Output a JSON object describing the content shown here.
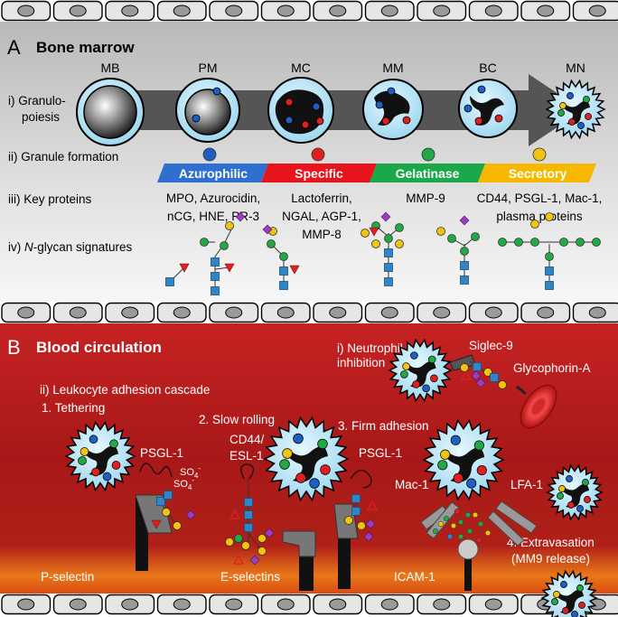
{
  "panel_a": {
    "letter": "A",
    "title": "Bone marrow",
    "stages": [
      "MB",
      "PM",
      "MC",
      "MM",
      "BC",
      "MN"
    ],
    "row_i_label_1": "i) Granulo-",
    "row_i_label_2": "poiesis",
    "row_ii_label": "ii) Granule formation",
    "row_iii_label": "iii) Key proteins",
    "row_iv_prefix": "iv) ",
    "row_iv_italic": "N",
    "row_iv_suffix": "-glycan signatures",
    "granules": [
      {
        "name": "Azurophilic",
        "color": "#2f6fcf",
        "dot": "#1f5fc0"
      },
      {
        "name": "Specific",
        "color": "#e8141b",
        "dot": "#e02020"
      },
      {
        "name": "Gelatinase",
        "color": "#1aa84a",
        "dot": "#22a845"
      },
      {
        "name": "Secretory",
        "color": "#f6b800",
        "dot": "#f1c40f"
      }
    ],
    "proteins": [
      {
        "line1": "MPO, Azurocidin,",
        "line2": "nCG, HNE, PR-3",
        "line3": ""
      },
      {
        "line1": "Lactoferrin,",
        "line2": "NGAL, AGP-1,",
        "line3": "MMP-8"
      },
      {
        "line1": "MMP-9",
        "line2": "",
        "line3": ""
      },
      {
        "line1": "CD44, PSGL-1, Mac-1,",
        "line2": "plasma proteins",
        "line3": ""
      }
    ]
  },
  "panel_b": {
    "letter": "B",
    "title": "Blood circulation",
    "neutrophil_inhibition_1": "i) Neutrophil",
    "neutrophil_inhibition_2": "inhibition",
    "siglec": "Siglec-9",
    "glycophorin": "Glycophorin-A",
    "cascade": "ii) Leukocyte adhesion cascade",
    "step1": "1. Tethering",
    "step2": "2. Slow rolling",
    "step3": "3. Firm adhesion",
    "psgl1_left": "PSGL-1",
    "so4_a": "SO",
    "so4_b": "SO",
    "so4_sub": "4",
    "so4_sup": "-",
    "cd44_1": "CD44/",
    "cd44_2": "ESL-1",
    "psgl1_right": "PSGL-1",
    "mac1": "Mac-1",
    "lfa1": "LFA-1",
    "p_selectin": "P-selectin",
    "e_selectins": "E-selectins",
    "icam1": "ICAM-1",
    "step4_1": "4. Extravasation",
    "step4_2": "(MM9 release)"
  },
  "colors": {
    "panel_a_bg": "#c8c8c8",
    "panel_b_bg": "#b01e1e",
    "arrow": "#555555",
    "cell_fill": "#bfe8f7",
    "endothelium": "#e6e6e6"
  }
}
